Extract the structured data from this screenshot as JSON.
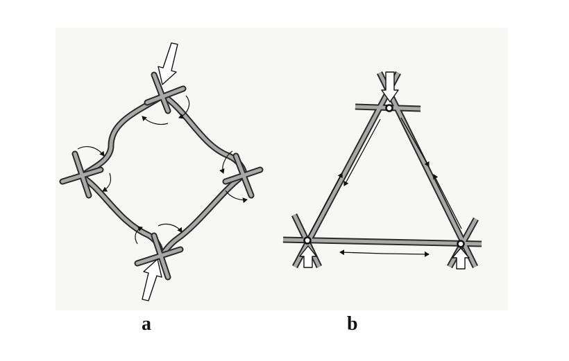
{
  "figure": {
    "panels": [
      {
        "id": "a",
        "caption": "a",
        "description_icon": "flexible-frame-with-rigid-joints-icon"
      },
      {
        "id": "b",
        "caption": "b",
        "description_icon": "pin-jointed-triangle-truss-icon"
      }
    ]
  },
  "colors": {
    "background": "#ffffff",
    "panel": "#f7f7f5",
    "member_fill": "#a8a8a8",
    "member_edge": "#2a2a2a",
    "arrow_fill": "#ffffff",
    "ink": "#111111"
  }
}
